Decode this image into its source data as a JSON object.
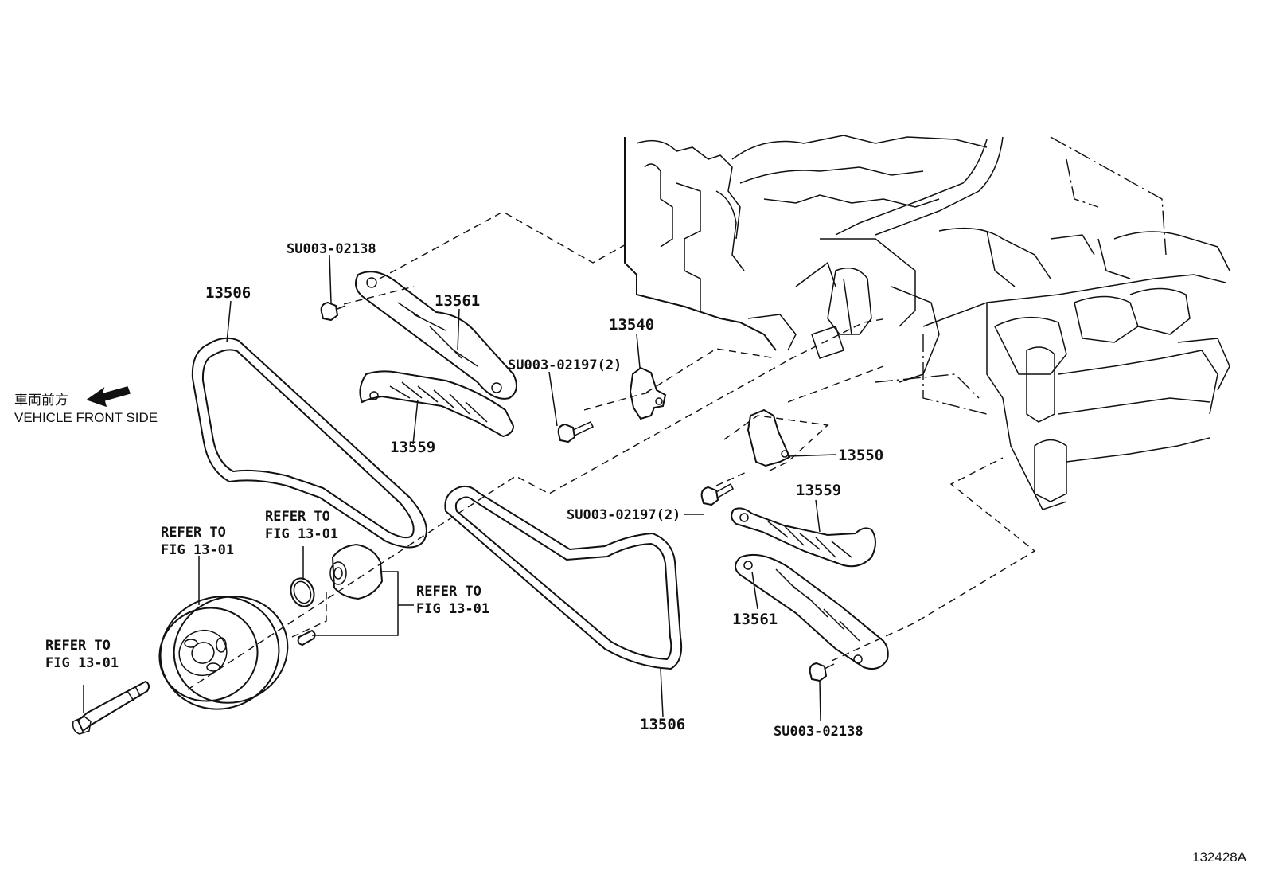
{
  "diagram": {
    "figure_id": "132428A",
    "front_side_label_jp": "車両前方",
    "front_side_label_en": "VEHICLE FRONT SIDE",
    "parts": {
      "chain_left": "13506",
      "chain_right": "13506",
      "guide_top_left": "13561",
      "guide_top_right": "13561",
      "lever_left": "13559",
      "lever_right": "13559",
      "tensioner": "13540",
      "tensioner_lower": "13550",
      "bolt_top_left": "SU003-02138",
      "bolt_bottom_right": "SU003-02138",
      "bolt_tensioner": "SU003-02197(2)",
      "bolt_tensioner_lower": "SU003-02197(2)"
    },
    "refer_labels": {
      "pulley": [
        "REFER TO",
        "FIG 13-01"
      ],
      "oring": [
        "REFER TO",
        "FIG 13-01"
      ],
      "idler": [
        "REFER TO",
        "FIG 13-01"
      ],
      "crank_bolt": [
        "REFER TO",
        "FIG 13-01"
      ]
    }
  }
}
